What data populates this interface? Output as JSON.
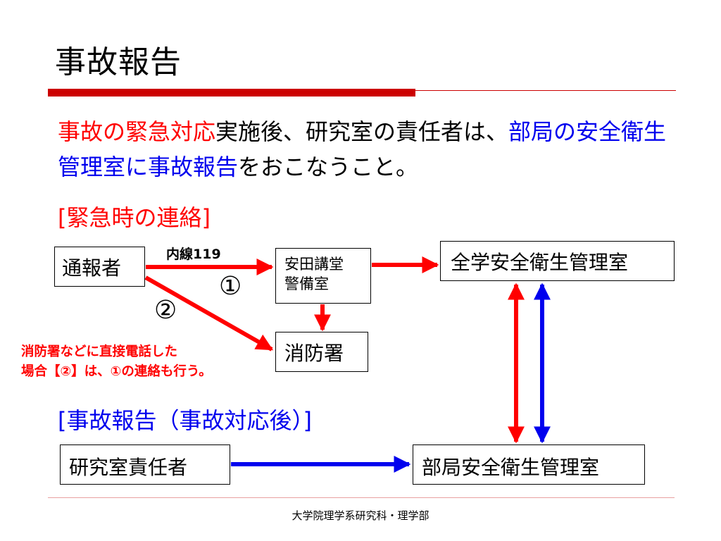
{
  "title": "事故報告",
  "intro": {
    "part1": "事故の緊急対応",
    "part2": "実施後、研究室の責任者は、",
    "part3": "部局の安全衛生管理室に事故報告",
    "part4": "をおこなうこと。"
  },
  "section_emergency": "[緊急時の連絡]",
  "section_report": "[事故報告（事故対応後）]",
  "nodes": {
    "reporter": "通報者",
    "extension": "内線119",
    "guard_line1": "安田講堂",
    "guard_line2": "警備室",
    "fire": "消防署",
    "univ_office": "全学安全衛生管理室",
    "lab_chief": "研究室責任者",
    "dept_office": "部局安全衛生管理室"
  },
  "markers": {
    "one": "①",
    "two": "②"
  },
  "note": {
    "line1": "消防署などに直接電話した",
    "line2": "場合【②】は、①の連絡も行う。"
  },
  "colors": {
    "red": "#ff0000",
    "blue": "#0000ee",
    "title_bar": "#cc0000"
  },
  "footer": "大学院理学系研究科・理学部"
}
